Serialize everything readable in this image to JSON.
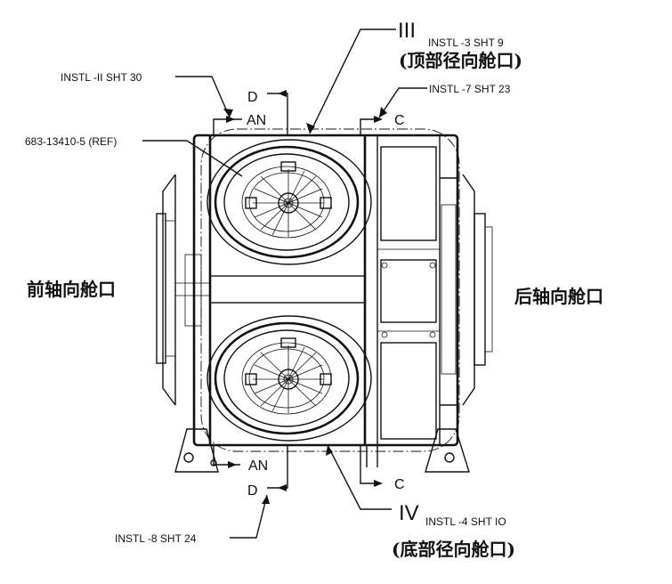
{
  "labels": {
    "roman_top": "III",
    "instl_3": "INSTL -3 SHT 9",
    "top_port": "(顶部径向舱口)",
    "instl_11": "INSTL -II SHT 30",
    "instl_7": "INSTL -7 SHT 23",
    "d_top": "D",
    "an_top": "AN",
    "c_top": "C",
    "ref_part": "683-13410-5 (REF)",
    "front_port": "前轴向舱口",
    "rear_port": "后轴向舱口",
    "an_bottom": "AN",
    "d_bottom": "D",
    "c_bottom": "C",
    "roman_bottom": "IV",
    "instl_4": "INSTL -4 SHT IO",
    "instl_8": "INSTL -8 SHT 24",
    "bottom_port": "(底部径向舱口)"
  }
}
